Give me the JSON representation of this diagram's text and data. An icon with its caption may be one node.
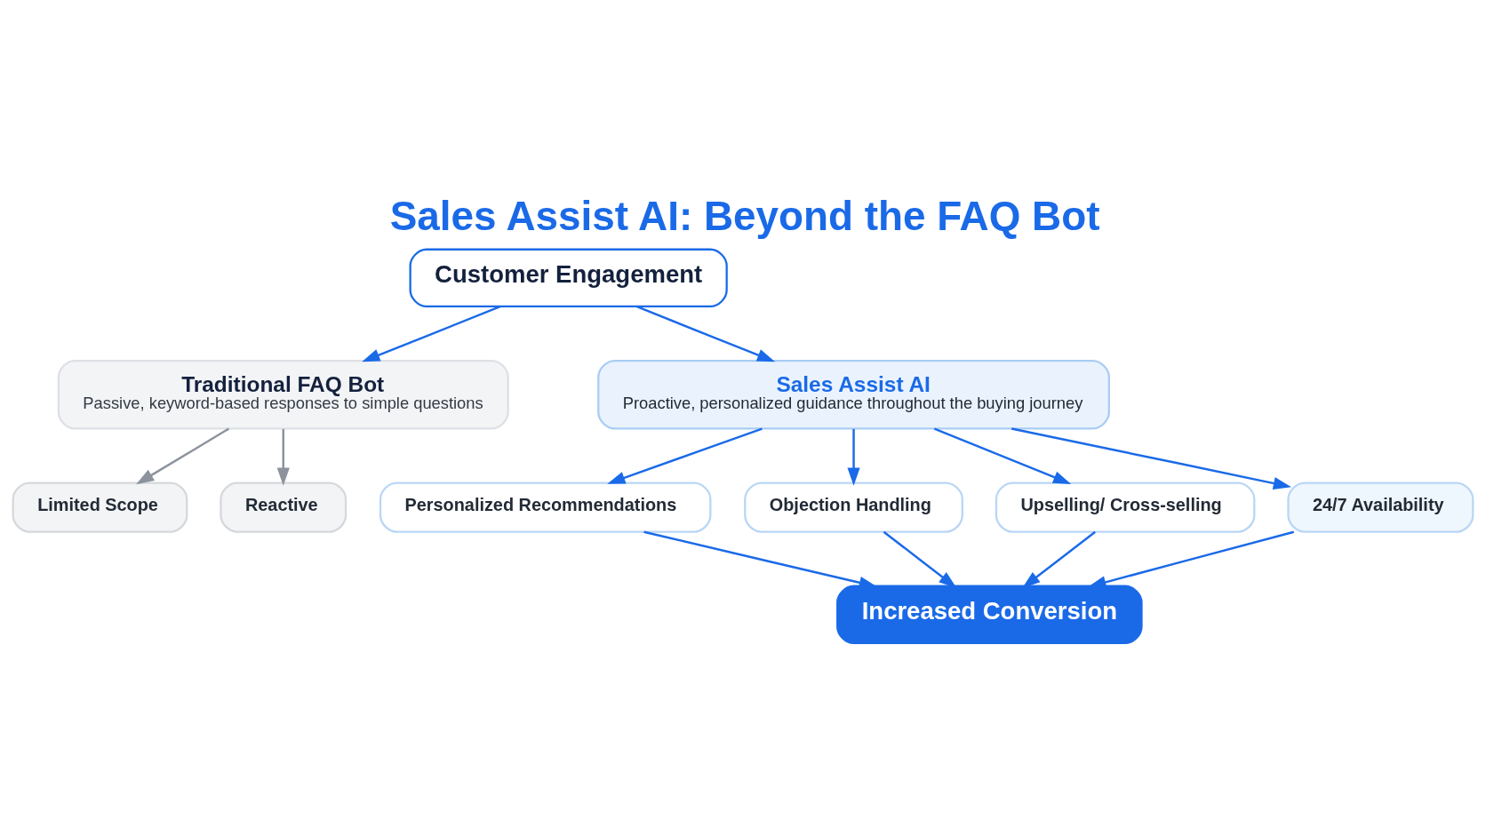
{
  "diagram": {
    "title": "Sales Assist AI: Beyond the FAQ Bot",
    "nodes": [
      {
        "text": [
          "Customer Engagement"
        ]
      },
      {
        "text": [
          "Traditional FAQ Bot",
          "Passive, keyword-based responses to simple questions"
        ]
      },
      {
        "text": [
          "Sales Assist AI",
          "Proactive, personalized guidance throughout the buying journey"
        ]
      },
      {
        "text": [
          "Limited Scope"
        ]
      },
      {
        "text": [
          "Reactive"
        ]
      },
      {
        "text": [
          "Personalized Recommendations"
        ]
      },
      {
        "text": [
          "Objection Handling"
        ]
      },
      {
        "text": [
          "Upselling/ Cross-selling"
        ]
      },
      {
        "text": [
          "24/7 Availability"
        ]
      },
      {
        "text": [
          "Increased Conversion"
        ]
      }
    ],
    "edges": [
      {
        "from": 0,
        "to": 1,
        "arrow": "to"
      },
      {
        "from": 0,
        "to": 2,
        "arrow": "to"
      },
      {
        "from": 1,
        "to": 3,
        "arrow": "to",
        "color": "#8c939c"
      },
      {
        "from": 1,
        "to": 4,
        "arrow": "to",
        "color": "#8c939c"
      },
      {
        "from": 2,
        "to": 5,
        "arrow": "to"
      },
      {
        "from": 2,
        "to": 6,
        "arrow": "to"
      },
      {
        "from": 2,
        "to": 7,
        "arrow": "to"
      },
      {
        "from": 2,
        "to": 8,
        "arrow": "to"
      },
      {
        "from": 5,
        "to": 9,
        "arrow": "to"
      },
      {
        "from": 6,
        "to": 9,
        "arrow": "to"
      },
      {
        "from": 7,
        "to": 9,
        "arrow": "to"
      },
      {
        "from": 8,
        "to": 9,
        "arrow": "to"
      }
    ]
  }
}
